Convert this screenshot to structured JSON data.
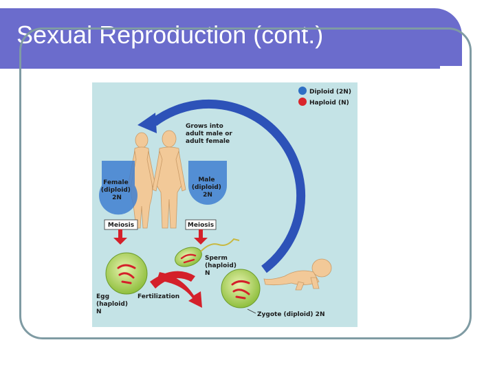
{
  "slide": {
    "title": "Sexual Reproduction (cont.)"
  },
  "diagram": {
    "legend": [
      {
        "label": "Diploid (2N)",
        "color": "#2f6fc4"
      },
      {
        "label": "Haploid (N)",
        "color": "#d9262c"
      }
    ],
    "cycle_label": [
      "Grows into",
      "adult male or",
      "adult female"
    ],
    "female_label": [
      "Female",
      "(diploid)",
      "2N"
    ],
    "male_label": [
      "Male",
      "(diploid)",
      "2N"
    ],
    "meiosis_left": "Meiosis",
    "meiosis_right": "Meiosis",
    "sperm_label": [
      "Sperm",
      "(haploid)",
      "N"
    ],
    "egg_label": [
      "Egg",
      "(haploid)",
      "N"
    ],
    "fertilization_label": "Fertilization",
    "zygote_label": "Zygote (diploid) 2N",
    "colors": {
      "background": "#c4e3e6",
      "cycle_arrow": "#2d52b8",
      "diploid_circle": "#3f7fd0",
      "fertilization_arrow": "#d4202a",
      "body": "#f2c998",
      "cell": "#b7d66a"
    }
  }
}
